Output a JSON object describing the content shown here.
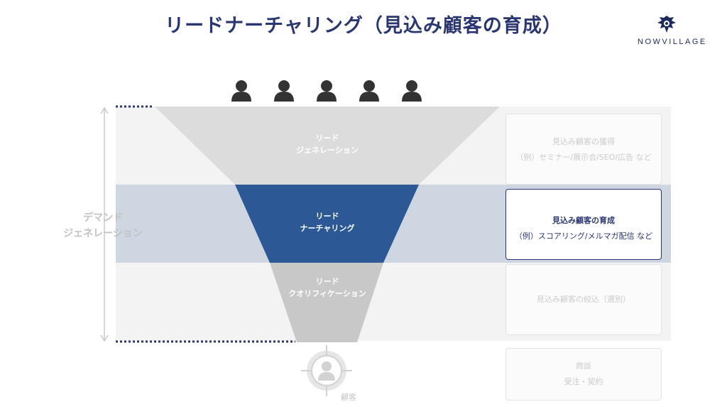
{
  "title": "リードナーチャリング（見込み顧客の育成）",
  "logo": {
    "text": "NOWVILLAGE",
    "icon": "lion-icon"
  },
  "side_label": {
    "line1": "デマンド",
    "line2": "ジェネレーション"
  },
  "stages": [
    {
      "line1": "リード",
      "line2": "ジェネレーション"
    },
    {
      "line1": "リード",
      "line2": "ナーチャリング"
    },
    {
      "line1": "リード",
      "line2": "クオリフィケーション"
    }
  ],
  "cards": [
    {
      "title": "見込み顧客の獲得",
      "desc": "（例）セミナー/展示会/SEO/広告 など"
    },
    {
      "title": "見込み顧客の育成",
      "desc": "（例）スコアリング/メルマガ配信 など"
    },
    {
      "title": "見込み顧客の絞込（選別）",
      "desc": ""
    },
    {
      "title": "商談",
      "desc": "受注・契約"
    }
  ],
  "customer": {
    "label": "顧客",
    "icon": "target-person-icon"
  },
  "people_icons": [
    "person-icon",
    "person-icon",
    "person-icon",
    "person-icon",
    "person-icon"
  ],
  "colors": {
    "title": "#2a3670",
    "funnel_gray": "#dcdcdc",
    "funnel_gray_dark": "#c8c8c8",
    "funnel_active": "#2c5896",
    "band_active": "#cdd6e1",
    "dotted_line": "#2a3670",
    "person": "#333333"
  }
}
